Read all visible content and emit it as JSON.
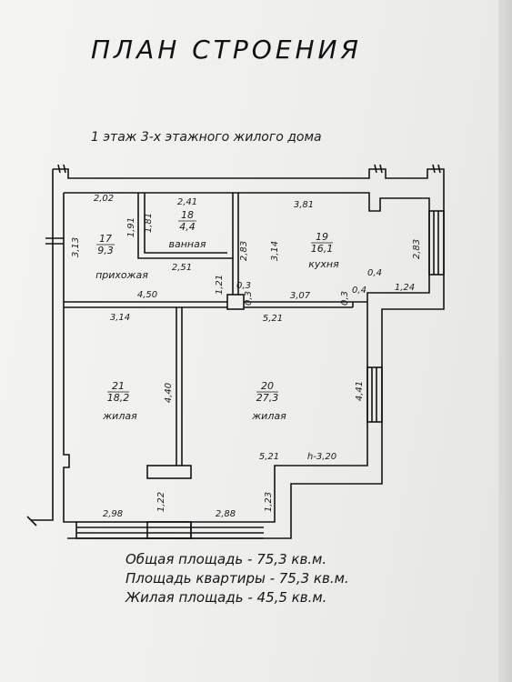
{
  "header": {
    "title": "ПЛАН СТРОЕНИЯ",
    "subtitle": "1 этаж  3-х этажного жилого дома"
  },
  "rooms": [
    {
      "id": "17",
      "area": "9,3",
      "name": "прихожая"
    },
    {
      "id": "18",
      "area": "4,4",
      "name": "ванная"
    },
    {
      "id": "19",
      "area": "16,1",
      "name": "кухня"
    },
    {
      "id": "20",
      "area": "27,3",
      "name": "жилая"
    },
    {
      "id": "21",
      "area": "18,2",
      "name": "жилая"
    }
  ],
  "dimensions": {
    "hall_top_width": "2,02",
    "bath_top_width": "2,41",
    "kitchen_top_width": "3,81",
    "hall_left_height": "3,13",
    "bath_left_height_1": "1,91",
    "bath_left_height_2": "1,81",
    "bath_bottom_width": "2,51",
    "kitchen_left_height": "2,83",
    "kitchen_mid_height": "3,14",
    "kitchen_right_height": "2,83",
    "kitchen_right_jog": "0,4",
    "kitchen_right_jog_2": "0,4",
    "kitchen_bottom_right": "1,24",
    "pillar_left": "1,21",
    "pillar_top": "0,3",
    "pillar_side": "0,3",
    "kitchen_bottom_width": "3,07",
    "kitchen_bottom_jog": "0,3",
    "hall_bottom_width": "4,50",
    "room21_top_width": "3,14",
    "room20_top_width": "5,21",
    "room21_partition_height": "4,40",
    "room20_right_height": "4,41",
    "room20_bottom_width": "5,21",
    "ceiling_height": "h-3,20",
    "room21_bottom_width": "2,98",
    "room21_bottom_wall": "1,22",
    "room20_bottom_width_2": "2,88",
    "room20_bottom_jog": "1,23"
  },
  "summary": {
    "total_area": "Общая площадь - 75,3 кв.м.",
    "apartment_area": "Площадь квартиры - 75,3 кв.м.",
    "living_area": "Жилая площадь - 45,5 кв.м."
  }
}
